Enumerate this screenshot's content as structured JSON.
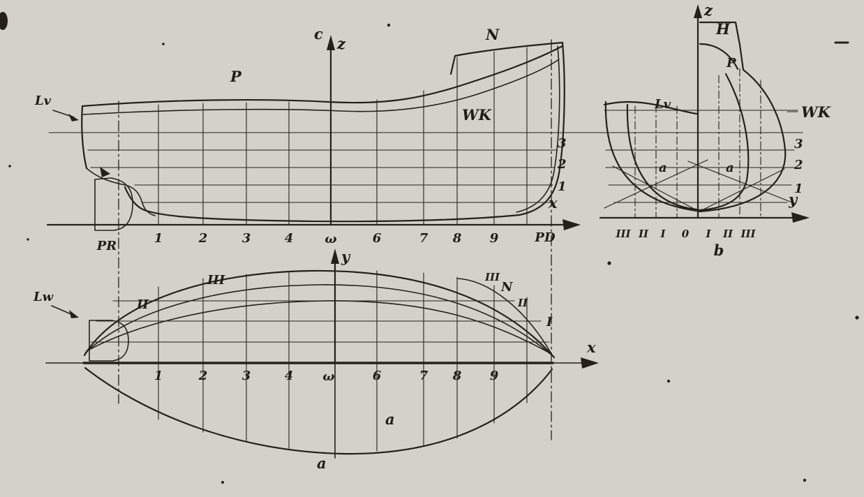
{
  "palette": {
    "paper": "#d3d1ca",
    "ink": "#25211a"
  },
  "figure": {
    "sheer": {
      "view_label": "c",
      "z_axis_label": "z",
      "x_axis_label": "x",
      "lwl_label": "Lv",
      "deck_line_label": "P",
      "superstructure_label": "N",
      "deck_side_label": "WK",
      "waterline_numbers": [
        "3",
        "2",
        "1"
      ],
      "left_perpendicular_label": "PR",
      "right_perpendicular_label": "PD",
      "station_labels": [
        "1",
        "2",
        "3",
        "4",
        "ω",
        "6",
        "7",
        "8",
        "9"
      ]
    },
    "body": {
      "view_label": "b",
      "z_axis_label": "z",
      "y_axis_label": "y",
      "top_label": "H",
      "deck_line_label": "P",
      "lwl_label": "Lv",
      "deck_side_label": "WK",
      "waterline_numbers": [
        "3",
        "2",
        "1"
      ],
      "buttock_labels": [
        "III",
        "II",
        "I",
        "0",
        "I",
        "II",
        "III"
      ],
      "diagonal_label_left": "a",
      "diagonal_label_right": "a"
    },
    "plan": {
      "y_axis_label": "y",
      "x_axis_label": "x",
      "lwl_label": "Lw",
      "waterline_iii_label": "III",
      "waterline_ii_label": "II",
      "right_waterline_iii_label": "III",
      "right_deck_label": "N",
      "right_waterline_ii_label": "II",
      "right_waterline_i_label": "I",
      "diagonal_curve_label": "a",
      "diagonal_axis_label": "a",
      "station_labels": [
        "1",
        "2",
        "3",
        "4",
        "ω",
        "6",
        "7",
        "8",
        "9"
      ]
    }
  }
}
